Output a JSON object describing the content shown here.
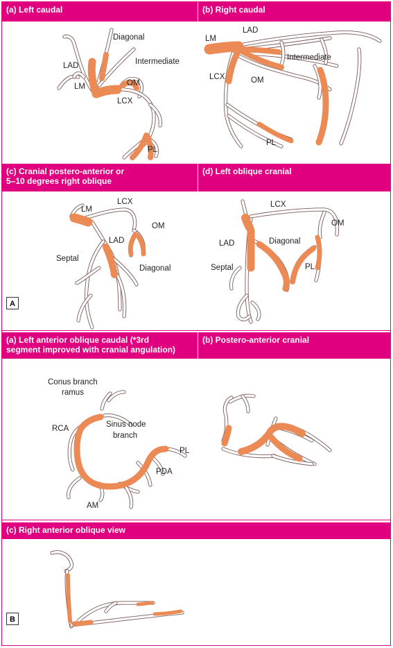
{
  "part_a": {
    "marker": "A",
    "panels": {
      "left_caudal": {
        "title": "(a) Left caudal",
        "labels": {
          "diagonal": "Diagonal",
          "intermediate": "Intermediate",
          "lad": "LAD",
          "lm": "LM",
          "om": "OM",
          "lcx": "LCX",
          "pl": "PL"
        }
      },
      "right_caudal": {
        "title": "(b) Right caudal",
        "labels": {
          "lad": "LAD",
          "lm": "LM",
          "intermediate": "Intermediate",
          "lcx": "LCX",
          "om": "OM",
          "pl": "PL"
        }
      },
      "cranial_pa": {
        "title_line1": "(c) Cranial postero-anterior or",
        "title_line2": "5–10 degrees right oblique",
        "labels": {
          "lm": "LM",
          "lcx": "LCX",
          "om": "OM",
          "lad": "LAD",
          "septal": "Septal",
          "diagonal": "Diagonal"
        }
      },
      "left_oblique_cranial": {
        "title": "(d) Left oblique cranial",
        "labels": {
          "lcx": "LCX",
          "om": "OM",
          "lad": "LAD",
          "diagonal": "Diagonal",
          "septal": "Septal",
          "pl": "PL"
        }
      }
    }
  },
  "part_b": {
    "marker": "B",
    "panels": {
      "lao_caudal": {
        "title_line1": "(a) Left anterior oblique caudal (*3rd",
        "title_line2": "segment improved with cranial angulation)",
        "labels": {
          "conus_line1": "Conus branch",
          "conus_line2": "ramus",
          "rca": "RCA",
          "sinus_line1": "Sinus node",
          "sinus_line2": "branch",
          "pl": "PL",
          "pda": "PDA",
          "am": "AM"
        }
      },
      "pa_cranial": {
        "title": "(b) Postero-anterior cranial"
      },
      "rao": {
        "title": "(c) Right anterior oblique view"
      }
    }
  },
  "colors": {
    "accent": "#e0007f",
    "artery": "#ec8a55"
  }
}
